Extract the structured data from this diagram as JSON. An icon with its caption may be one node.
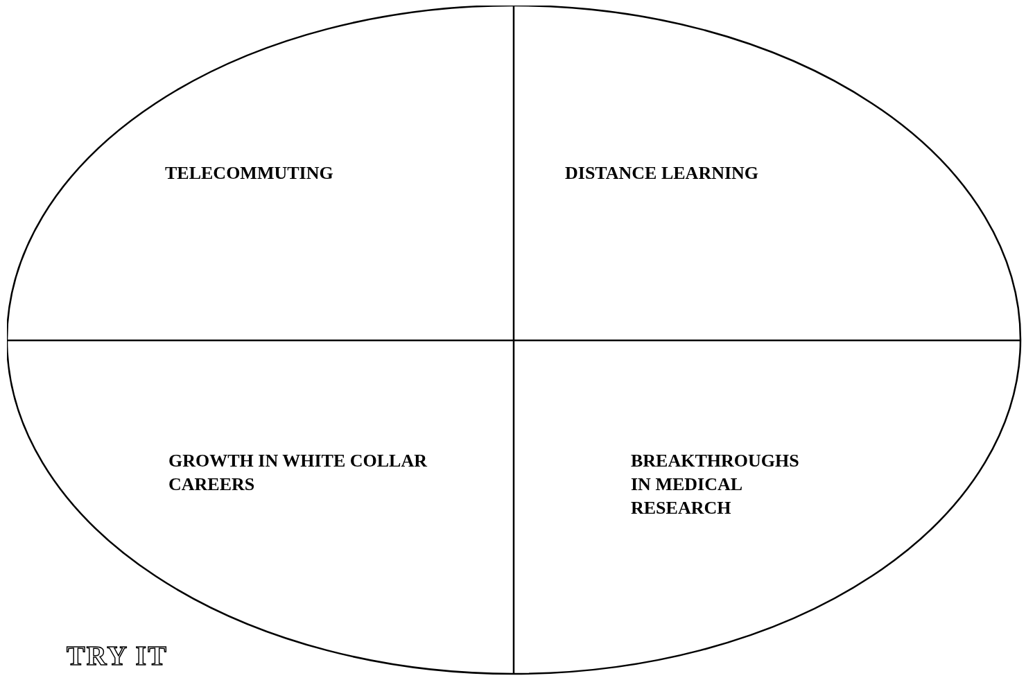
{
  "diagram": {
    "nodes": [
      {
        "text": [],
        "shape": "ellipse"
      },
      {
        "text": [
          "TELECOMMUTING"
        ],
        "in": 0
      },
      {
        "text": [
          "DISTANCE LEARNING"
        ],
        "in": 0
      },
      {
        "text": [
          "GROWTH IN WHITE COLLAR CAREERS"
        ],
        "in": 0
      },
      {
        "text": [
          "BREAKTHROUGHS IN MEDICAL RESEARCH"
        ],
        "in": 0
      }
    ],
    "labels": [
      "TRY IT"
    ]
  }
}
